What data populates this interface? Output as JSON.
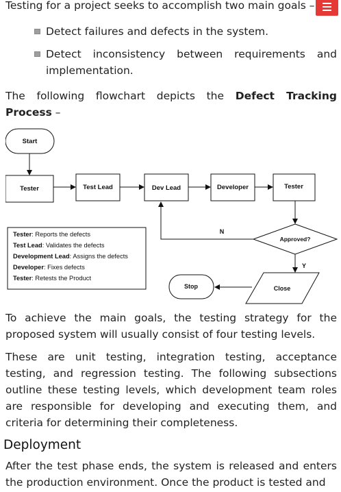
{
  "intro": "Testing for a project seeks to accomplish two main goals –",
  "menu": {
    "icon": "hamburger-icon",
    "color": "#e53935"
  },
  "goals": [
    "Detect failures and defects in the system.",
    "Detect inconsistency between requirements and implementation."
  ],
  "flowchart_intro": {
    "before": "The following flowchart depicts the ",
    "bold": "Defect Tracking Process",
    "after": " –"
  },
  "flowchart": {
    "start": "Start",
    "tester": "Tester",
    "test_lead": "Test Lead",
    "dev_lead": "Dev Lead",
    "developer": "Developer",
    "tester2": "Tester",
    "approved": "Approved?",
    "no": "N",
    "yes": "Y",
    "close": "Close",
    "stop": "Stop",
    "legend": [
      {
        "role": "Tester",
        "desc": "Reports the defects"
      },
      {
        "role": "Test Lead",
        "desc": "Validates the defects"
      },
      {
        "role": "Development Lead",
        "desc": "Assigns the defects"
      },
      {
        "role": "Developer",
        "desc": "Fixes defects"
      },
      {
        "role": "Tester",
        "desc": "Retests the Product"
      }
    ]
  },
  "paragraphs": [
    "To achieve the main goals, the testing strategy for the proposed system will usually consist of four testing levels.",
    "These are unit testing, integration testing, acceptance testing, and regression testing. The following subsections outline these testing levels, which development team roles are responsible for developing and executing them, and criteria for determining their completeness."
  ],
  "deployment": {
    "heading": "Deployment",
    "text": "After the test phase ends, the system is released and enters the production environment. Once the product is tested and"
  }
}
